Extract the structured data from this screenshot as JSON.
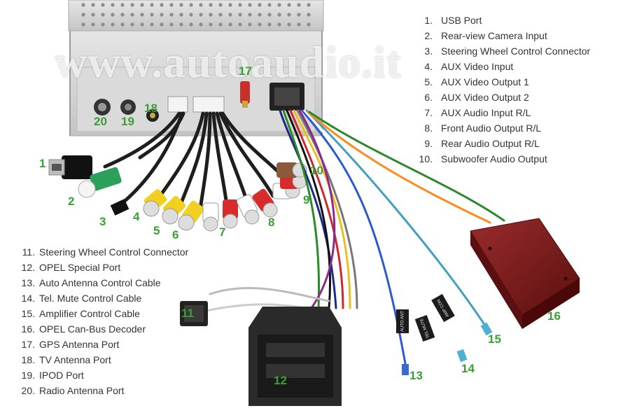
{
  "watermark": "www.autoaudio.it",
  "legend_top": [
    {
      "num": "1.",
      "label": "USB Port"
    },
    {
      "num": "2.",
      "label": "Rear-view Camera Input"
    },
    {
      "num": "3.",
      "label": "Steering Wheel Control Connector"
    },
    {
      "num": "4.",
      "label": "AUX Video Input"
    },
    {
      "num": "5.",
      "label": "AUX Video Output 1"
    },
    {
      "num": "6.",
      "label": "AUX Video Output 2"
    },
    {
      "num": "7.",
      "label": "AUX Audio Input R/L"
    },
    {
      "num": "8.",
      "label": "Front Audio Output R/L"
    },
    {
      "num": "9.",
      "label": "Rear Audio Output R/L"
    },
    {
      "num": "10.",
      "label": "Subwoofer Audio Output"
    }
  ],
  "legend_bottom": [
    {
      "num": "11.",
      "label": "Steering Wheel Control Connector"
    },
    {
      "num": "12.",
      "label": "OPEL Special Port"
    },
    {
      "num": "13.",
      "label": "Auto Antenna Control Cable"
    },
    {
      "num": "14.",
      "label": "Tel. Mute Control Cable"
    },
    {
      "num": "15.",
      "label": "Amplifier Control Cable"
    },
    {
      "num": "16.",
      "label": "OPEL Can-Bus Decoder"
    },
    {
      "num": "17.",
      "label": "GPS Antenna Port"
    },
    {
      "num": "18.",
      "label": "TV Antenna Port"
    },
    {
      "num": "19.",
      "label": "IPOD Port"
    },
    {
      "num": "20.",
      "label": "Radio Antenna Port"
    }
  ],
  "callouts": [
    "1",
    "2",
    "3",
    "4",
    "5",
    "6",
    "7",
    "8",
    "9",
    "10",
    "11",
    "12",
    "13",
    "14",
    "15",
    "16",
    "17",
    "18",
    "19",
    "20"
  ],
  "cable_tags": [
    "AUTO ANT",
    "TEL MUTE",
    "AMP CON"
  ],
  "colors": {
    "callout": "#3aa035",
    "legend_text": "#333333",
    "decoder": "#7a1e1e",
    "connector": "#2a2a2a",
    "chassis": "#d8d8d8"
  }
}
